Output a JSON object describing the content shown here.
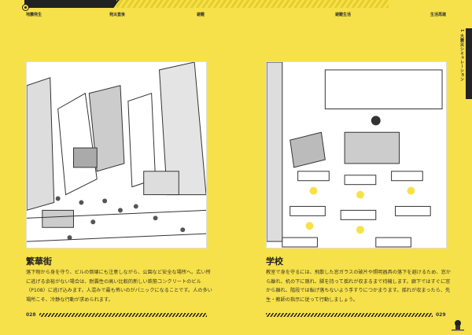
{
  "header": {
    "stages": [
      "地震発生",
      "発災直後",
      "避難",
      "避難生活",
      "生活再建"
    ]
  },
  "side_tab": {
    "label": "1 大震災シミュレーション"
  },
  "left_page": {
    "title": "繁華街",
    "body": "落下物から身を守り、ビルの倒壊にも注意しながら、公園など安全な場所へ。広い所に逃げる余裕がない場合は、耐震性の高い比較的新しい鉄筋コンクリートのビル（P108）に逃げ込みます。人混みで最も怖いのがパニックになることです。人の多い場所こそ、冷静な行動が求められます。",
    "page_number": "028"
  },
  "right_page": {
    "title": "学校",
    "body": "教室で身を守るには、飛散した窓ガラスの破片や照明器具の落下を避けるため、窓から離れ、机の下に隠れ、脚を持って揺れが収まるまで待機します。廊下ではすぐに窓から離れ、階段では転げ落ちないよう手すりにつかまります。揺れが収まったら、先生・教師の指示に従って行動しましょう。",
    "page_number": "029"
  },
  "colors": {
    "background": "#f7e14a",
    "ink": "#222222"
  }
}
